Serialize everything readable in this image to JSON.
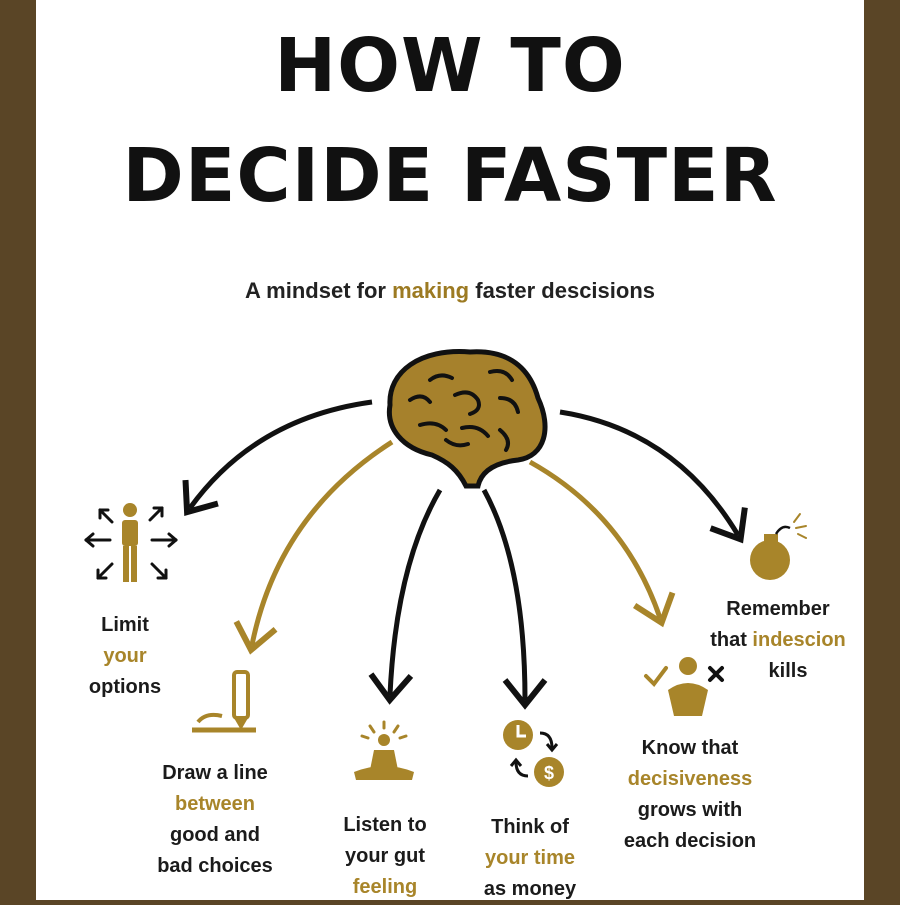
{
  "title": {
    "line1": "HOW TO",
    "line2": "DECIDE FASTER"
  },
  "subtitle": {
    "before": "A mindset for",
    "accent": "making",
    "after": "faster descisions"
  },
  "colors": {
    "gold": "#a8852a",
    "dark": "#111111",
    "frame": "#5a4526",
    "brain": "#a6812c"
  },
  "center_icon": "brain-icon",
  "tips": [
    {
      "id": "limit",
      "icon": "person-arrows-icon",
      "line1": "Limit",
      "line2": "your",
      "line3": "options"
    },
    {
      "id": "line",
      "icon": "pencil-line-icon",
      "line1": "Draw a line",
      "line2": "between",
      "line3": "good and",
      "line4": "bad choices"
    },
    {
      "id": "gut",
      "icon": "meditation-icon",
      "line1": "Listen to",
      "line2": "your gut",
      "line3": "feeling"
    },
    {
      "id": "time",
      "icon": "clock-money-icon",
      "line1": "Think of",
      "line2": "your time",
      "line3": "as money"
    },
    {
      "id": "grow",
      "icon": "person-check-cross-icon",
      "line1": "Know that",
      "line2": "decisiveness",
      "line3": "grows with",
      "line4": "each decision"
    },
    {
      "id": "bomb",
      "icon": "bomb-icon",
      "line1": "Remember",
      "line2_plain": "that ",
      "line2_accent": "indescion",
      "line3": "kills"
    }
  ]
}
